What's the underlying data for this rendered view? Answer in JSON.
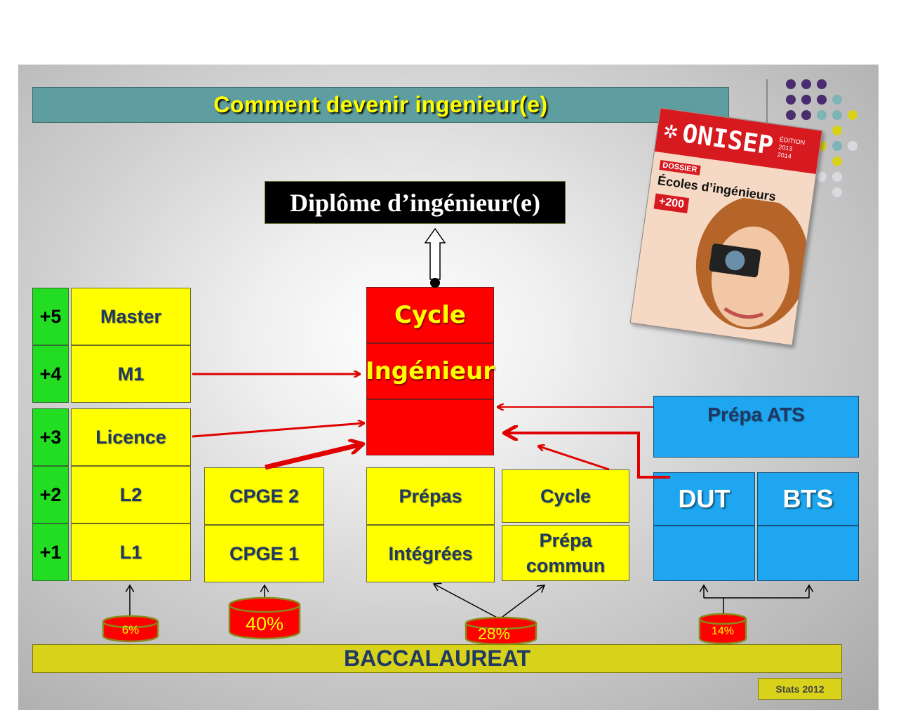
{
  "title": "Comment devenir ingenieur(e)",
  "diplome": "Diplôme d’ingénieur(e)",
  "years": [
    "+5",
    "+4",
    "+3",
    "+2",
    "+1"
  ],
  "university": [
    "Master",
    "M1",
    "Licence",
    "L2",
    "L1"
  ],
  "cpge": [
    "CPGE 2",
    "CPGE 1"
  ],
  "cycle_ingenieur": {
    "line1": "Cycle",
    "line2": "Ingénieur"
  },
  "prepas_integrees": {
    "line1": "Prépas",
    "line2": "Intégrées"
  },
  "cycle_prepa": {
    "line1": "Cycle",
    "line2": "Prépa",
    "line3": "commun"
  },
  "prepa_ats": "Prépa ATS",
  "dut": "DUT",
  "bts": "BTS",
  "baccalaureat": "BACCALAUREAT",
  "percentages": {
    "university": "6%",
    "cpge": "40%",
    "prepas": "28%",
    "dut_bts": "14%"
  },
  "stats": "Stats 2012",
  "magazine": {
    "brand": "ONISEP",
    "edition": [
      "ÉDITION",
      "2013",
      "2014"
    ],
    "dossier": "DOSSIER",
    "headline": "Écoles d’ingénieurs",
    "badge": "+200"
  },
  "colors": {
    "yellow": "#ffff00",
    "red": "#ff0000",
    "green": "#22dd22",
    "blue": "#1ea7f0",
    "bac": "#d8d21a",
    "title": "#5f9ea0"
  }
}
